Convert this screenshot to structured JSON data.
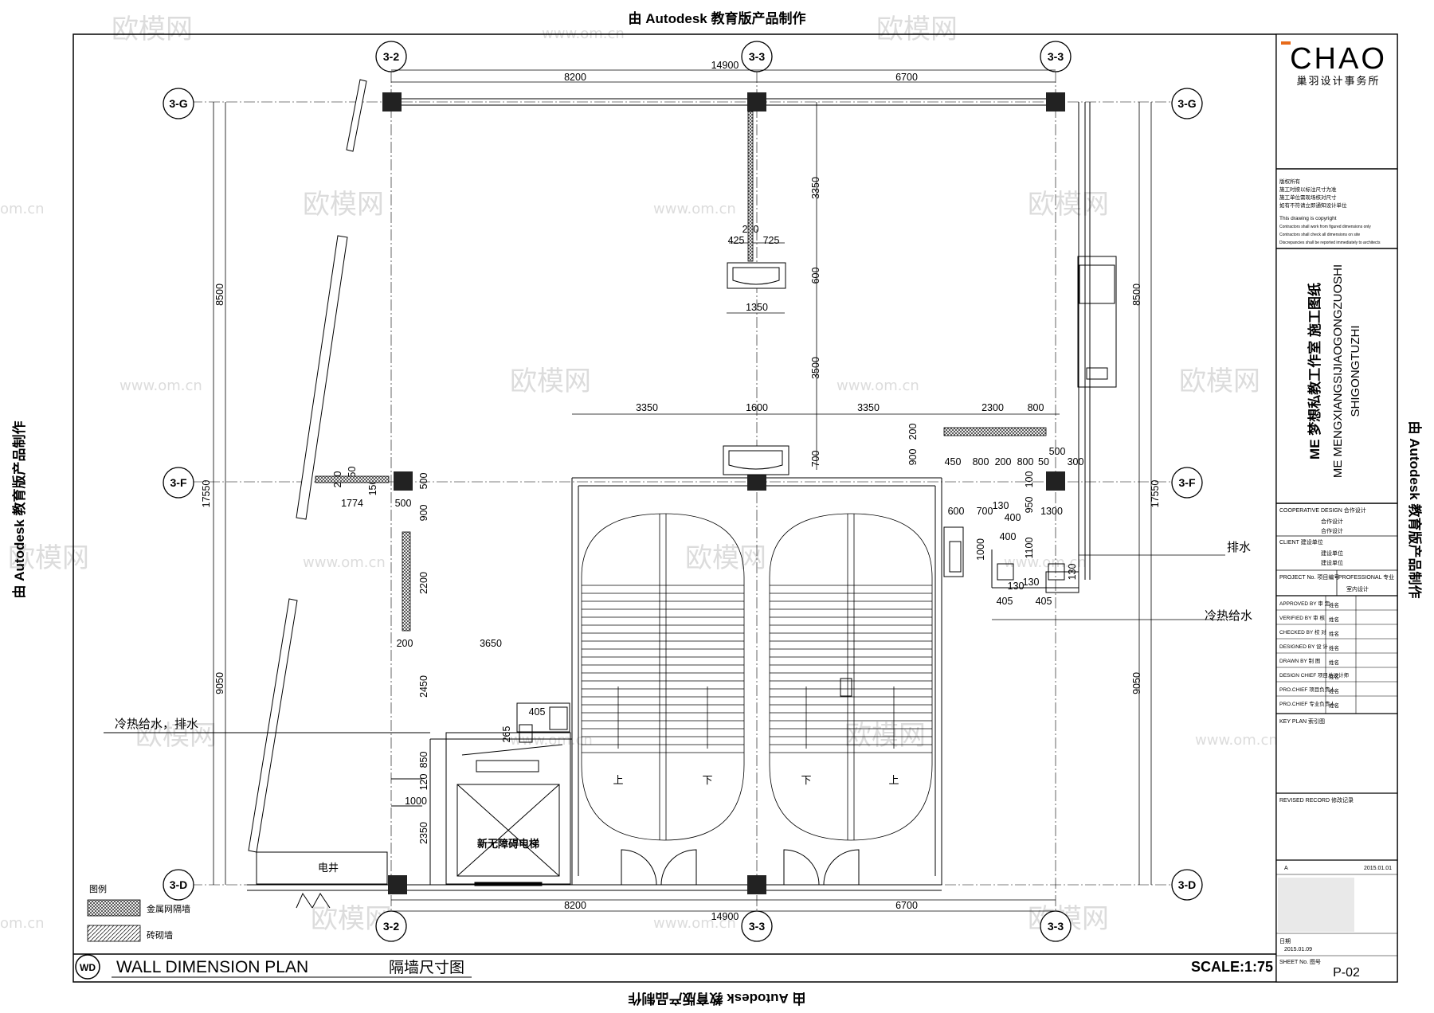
{
  "edu_stamp": "由 Autodesk 教育版产品制作",
  "watermarks": {
    "site": "www.om.cn",
    "brand": "欧模网",
    "short": "om.cn"
  },
  "grid": {
    "top": [
      "3-2",
      "3-3",
      "3-3"
    ],
    "bottom": [
      "3-2",
      "3-3",
      "3-3"
    ],
    "left": [
      "3-G",
      "3-F",
      "3-D"
    ],
    "right": [
      "3-G",
      "3-F",
      "3-D"
    ]
  },
  "dims": {
    "top_total": "14900",
    "top_left": "8200",
    "top_right": "6700",
    "bottom_total": "14900",
    "bottom_left": "8200",
    "bottom_right": "6700",
    "left_total": "17550",
    "left_upper": "8500",
    "left_lower": "9050",
    "right_total": "17550",
    "right_upper": "8500",
    "right_lower": "9050",
    "mid_3350a": "3350",
    "mid_1600": "1600",
    "mid_3350b": "3350",
    "mid_2300": "2300",
    "mid_800": "800",
    "v_3350": "3350",
    "v_200": "200",
    "v_425": "425",
    "v_725": "725",
    "v_600": "600",
    "v_1350": "1350",
    "v_3500": "3500",
    "v_700": "700",
    "r_900": "900",
    "r_200": "200",
    "r_450": "450",
    "r_800a": "800",
    "r_200b": "200",
    "r_800b": "800",
    "r_50": "50",
    "r_500": "500",
    "r_300": "300",
    "r_100": "100",
    "r_600": "600",
    "r_700": "700",
    "r_130a": "130",
    "r_400a": "400",
    "r_400b": "400",
    "r_950": "950",
    "r_1300": "1300",
    "r_1000": "1000",
    "r_1100": "1100",
    "r_130b": "130",
    "r_130c": "130",
    "r_405a": "405",
    "r_405b": "405",
    "r_130d": "130",
    "l_200a": "200",
    "l_150a": "150",
    "l_150b": "150",
    "l_1774": "1774",
    "l_500a": "500",
    "l_500b": "500",
    "l_900": "900",
    "l_2200": "2200",
    "l_200b": "200",
    "l_3650": "3650",
    "l_2450": "2450",
    "l_405": "405",
    "l_265": "265",
    "l_850": "850",
    "l_120": "120",
    "l_1000": "1000",
    "l_2350": "2350"
  },
  "labels": {
    "drain": "排水",
    "hot_cold": "冷热给水",
    "hot_cold_drain": "冷热给水，排水",
    "elevator": "新无障碍电梯",
    "shaft": "电井",
    "up": "上",
    "down": "下"
  },
  "legend": {
    "title": "图例",
    "items": [
      "金属网隔墙",
      "砖砌墙"
    ]
  },
  "title_bar": {
    "badge": "WD",
    "title_en": "WALL DIMENSION PLAN",
    "title_cn": "隔墙尺寸图",
    "scale": "SCALE:1:75"
  },
  "titleblock": {
    "logo": "CHAO",
    "firm": "巢羽设计事务所",
    "notes_cn": [
      "版权所有",
      "施工时按以标注尺寸为准",
      "施工单位需现场核对尺寸",
      "如有不符请立即通知设计单位"
    ],
    "notes_en": [
      "This drawing is copyright",
      "Contractors shall work from figured dimensions only",
      "Contractors shall check all dimensions on site",
      "Discrepancies shall be reported immediately to architects"
    ],
    "project_cn": "ME 梦想私教工作室 施工图纸",
    "project_pinyin_1": "ME MENGXIANGSIJIAOGONGZUOSHI",
    "project_pinyin_2": "SHIGONGTUZHI",
    "rows": [
      {
        "label": "COOPERATIVE DESIGN 合作设计",
        "value": "合作设计"
      },
      {
        "label": "",
        "value": "合作设计"
      },
      {
        "label": "CLIENT 建设单位",
        "value": "建设单位"
      },
      {
        "label": "",
        "value": "建设单位"
      },
      {
        "label": "PROJECT No. 项目编号",
        "value": "PROFESSIONAL 专业"
      },
      {
        "label": "",
        "value": "室内设计"
      }
    ],
    "signatures": [
      {
        "label": "APPROVED BY 审 定",
        "value": "姓名"
      },
      {
        "label": "VERIFIED BY 审 核",
        "value": "姓名"
      },
      {
        "label": "CHECKED BY 校 对",
        "value": "姓名"
      },
      {
        "label": "DESIGNED BY 设 计",
        "value": "姓名"
      },
      {
        "label": "DRAWN BY 制 图",
        "value": "姓名"
      },
      {
        "label": "DESIGN CHIEF 项目总设计师",
        "value": "姓名"
      },
      {
        "label": "PRO.CHIEF 项目负责人",
        "value": "姓名"
      },
      {
        "label": "PRO.CHIEF 专业负责人",
        "value": "姓名"
      }
    ],
    "key_plan": "KEY PLAN 索引图",
    "revised": "REVISED RECORD 修改记录",
    "rev_letter": "A",
    "rev_date": "2015.01.01",
    "date_label": "日期",
    "date_value": "2015.01.09",
    "sheet_no_label": "SHEET No. 图号",
    "sheet_no": "P-02"
  }
}
